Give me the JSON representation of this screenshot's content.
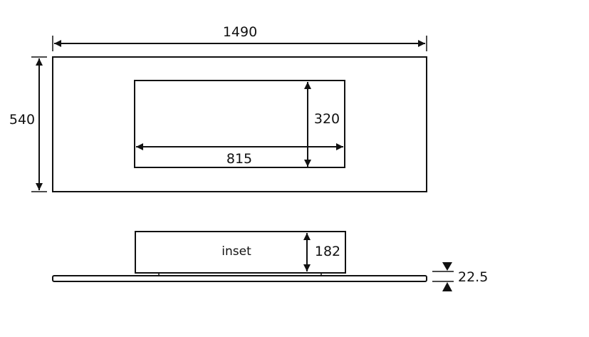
{
  "dimensions": {
    "overall_width": "1490",
    "overall_height": "540",
    "cutout_height": "320",
    "cutout_width": "815",
    "inset_height": "182",
    "panel_thickness": "22.5"
  },
  "labels": {
    "inset": "inset"
  },
  "colors": {
    "line": "#111111",
    "background": "#ffffff"
  }
}
